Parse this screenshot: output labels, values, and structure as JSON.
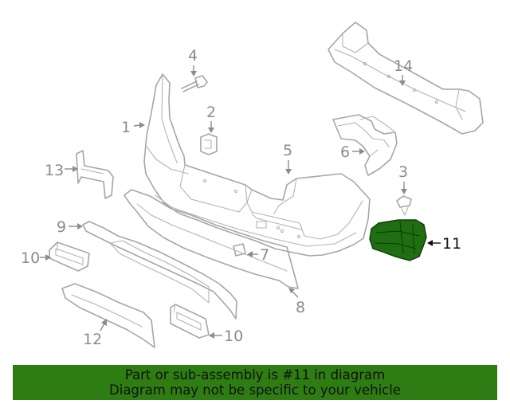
{
  "callouts": [
    "1",
    "2",
    "3",
    "4",
    "5",
    "6",
    "7",
    "8",
    "9",
    "10",
    "10",
    "11",
    "12",
    "13",
    "14"
  ],
  "highlighted_callout": "11",
  "colors": {
    "highlight_fill": "#1f6e12",
    "banner_bg": "#2e7d12",
    "line_art": "#a6a6a6"
  },
  "banner": {
    "line1": "Part or sub-assembly is #11 in diagram",
    "line2": "Diagram may not be specific to your vehicle"
  }
}
